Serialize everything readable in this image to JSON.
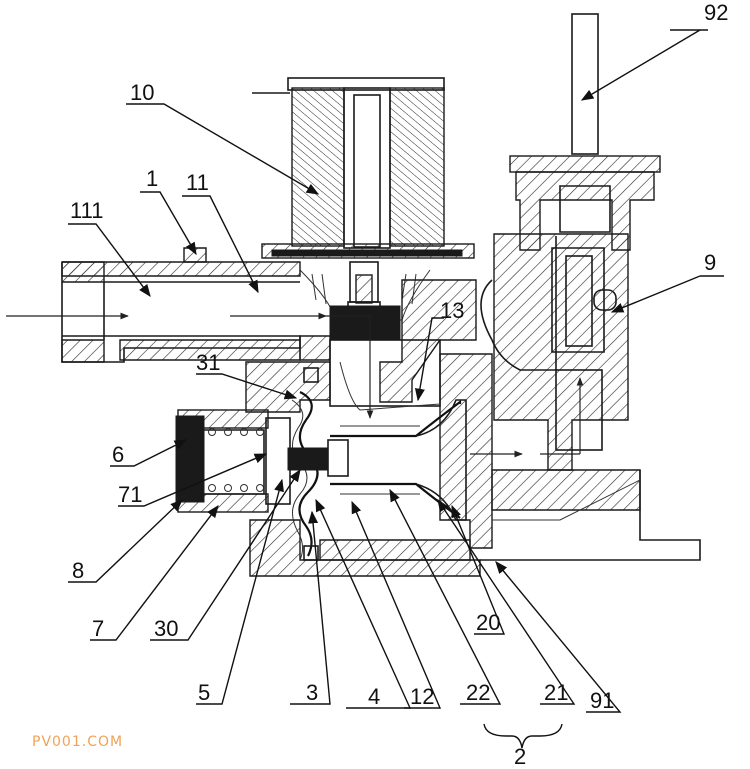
{
  "labels": {
    "l92": "92",
    "l10": "10",
    "l1": "1",
    "l111": "111",
    "l11": "11",
    "l9": "9",
    "l13": "13",
    "l31": "31",
    "l6": "6",
    "l71": "71",
    "l8": "8",
    "l7": "7",
    "l30": "30",
    "l20": "20",
    "l5": "5",
    "l3": "3",
    "l4": "4",
    "l12": "12",
    "l22": "22",
    "l21": "21",
    "l91": "91",
    "l2": "2"
  },
  "watermark": "PV001.COM"
}
